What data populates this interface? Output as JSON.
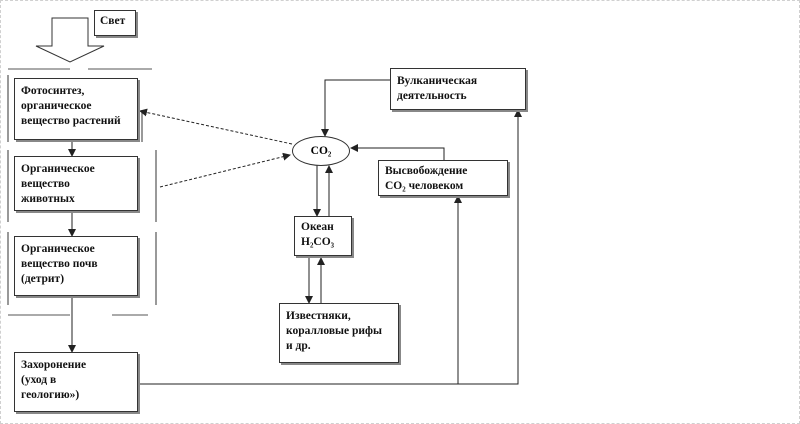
{
  "nodes": {
    "light": "Свет",
    "photosynthesis": "Фотосинтез,\nорганическое\nвещество растений",
    "animal_matter": "Органическое\nвещество\nживотных",
    "soil_matter": "Органическое\nвещество почв\n(детрит)",
    "burial": "Захоронение\n(уход  в\nгеологию»)",
    "co2": "CO₂",
    "ocean": "Океан\nH₂CO₃",
    "limestone": "Известняки,\nкоралловые рифы\nи др.",
    "volcanic": "Вулканическая\nдеятельность",
    "human_release": "Высвобождение\nCO₂ человеком"
  }
}
